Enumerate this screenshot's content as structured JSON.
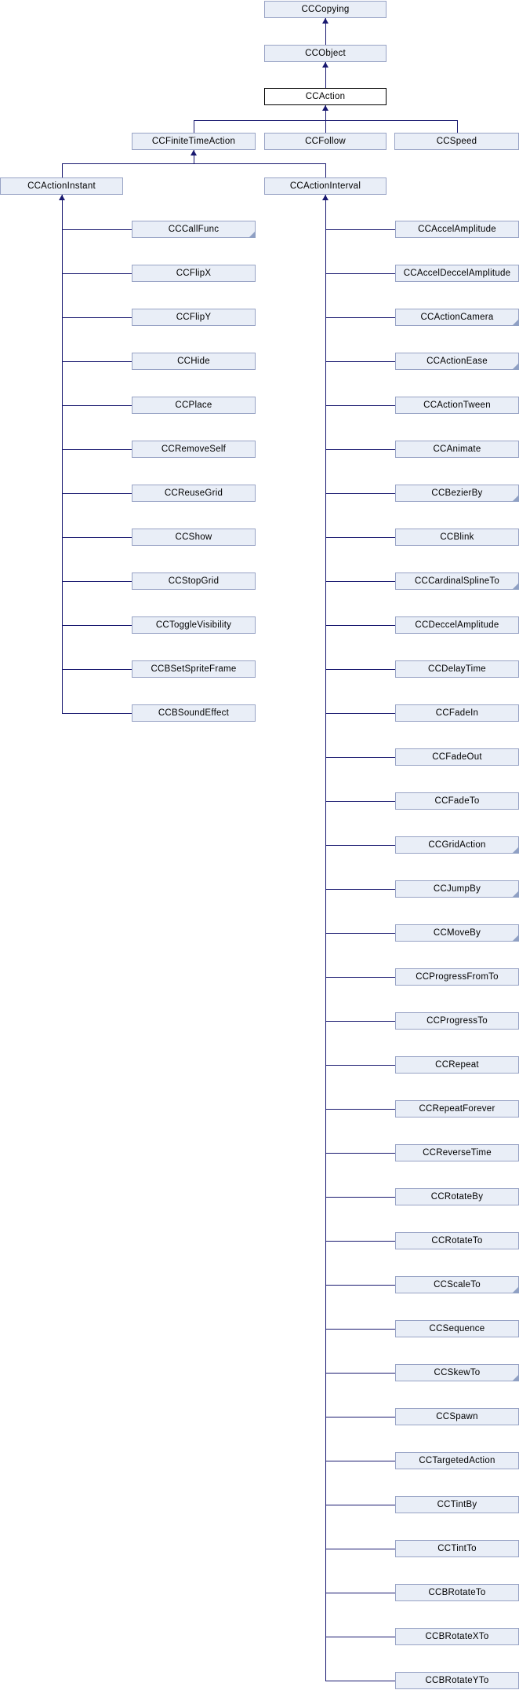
{
  "diagram": {
    "type": "class-inheritance-graph",
    "nodes": {
      "cccopying": {
        "label": "CCCopying"
      },
      "ccobject": {
        "label": "CCObject"
      },
      "ccaction": {
        "label": "CCAction",
        "highlighted": true
      },
      "ccfinitetimeaction": {
        "label": "CCFiniteTimeAction"
      },
      "ccfollow": {
        "label": "CCFollow"
      },
      "ccspeed": {
        "label": "CCSpeed"
      },
      "ccactioninstant": {
        "label": "CCActionInstant"
      },
      "ccactioninterval": {
        "label": "CCActionInterval"
      }
    },
    "instant_children": [
      {
        "label": "CCCallFunc",
        "truncated": true
      },
      {
        "label": "CCFlipX"
      },
      {
        "label": "CCFlipY"
      },
      {
        "label": "CCHide"
      },
      {
        "label": "CCPlace"
      },
      {
        "label": "CCRemoveSelf"
      },
      {
        "label": "CCReuseGrid"
      },
      {
        "label": "CCShow"
      },
      {
        "label": "CCStopGrid"
      },
      {
        "label": "CCToggleVisibility"
      },
      {
        "label": "CCBSetSpriteFrame"
      },
      {
        "label": "CCBSoundEffect"
      }
    ],
    "interval_children": [
      {
        "label": "CCAccelAmplitude"
      },
      {
        "label": "CCAccelDeccelAmplitude"
      },
      {
        "label": "CCActionCamera",
        "truncated": true
      },
      {
        "label": "CCActionEase",
        "truncated": true
      },
      {
        "label": "CCActionTween"
      },
      {
        "label": "CCAnimate"
      },
      {
        "label": "CCBezierBy",
        "truncated": true
      },
      {
        "label": "CCBlink"
      },
      {
        "label": "CCCardinalSplineTo",
        "truncated": true
      },
      {
        "label": "CCDeccelAmplitude"
      },
      {
        "label": "CCDelayTime"
      },
      {
        "label": "CCFadeIn"
      },
      {
        "label": "CCFadeOut"
      },
      {
        "label": "CCFadeTo"
      },
      {
        "label": "CCGridAction",
        "truncated": true
      },
      {
        "label": "CCJumpBy",
        "truncated": true
      },
      {
        "label": "CCMoveBy",
        "truncated": true
      },
      {
        "label": "CCProgressFromTo"
      },
      {
        "label": "CCProgressTo"
      },
      {
        "label": "CCRepeat"
      },
      {
        "label": "CCRepeatForever"
      },
      {
        "label": "CCReverseTime"
      },
      {
        "label": "CCRotateBy"
      },
      {
        "label": "CCRotateTo"
      },
      {
        "label": "CCScaleTo",
        "truncated": true
      },
      {
        "label": "CCSequence"
      },
      {
        "label": "CCSkewTo",
        "truncated": true
      },
      {
        "label": "CCSpawn"
      },
      {
        "label": "CCTargetedAction"
      },
      {
        "label": "CCTintBy"
      },
      {
        "label": "CCTintTo"
      },
      {
        "label": "CCBRotateTo"
      },
      {
        "label": "CCBRotateXTo"
      },
      {
        "label": "CCBRotateYTo"
      }
    ],
    "colors": {
      "node_fill": "#E9EEF7",
      "node_border": "#98A3C5",
      "highlight_border": "#000000",
      "highlight_fill": "#FFFFFF",
      "edge": "#191970",
      "fold": "#8FA0C4",
      "text": "#000000",
      "background": "#FFFFFF"
    }
  }
}
